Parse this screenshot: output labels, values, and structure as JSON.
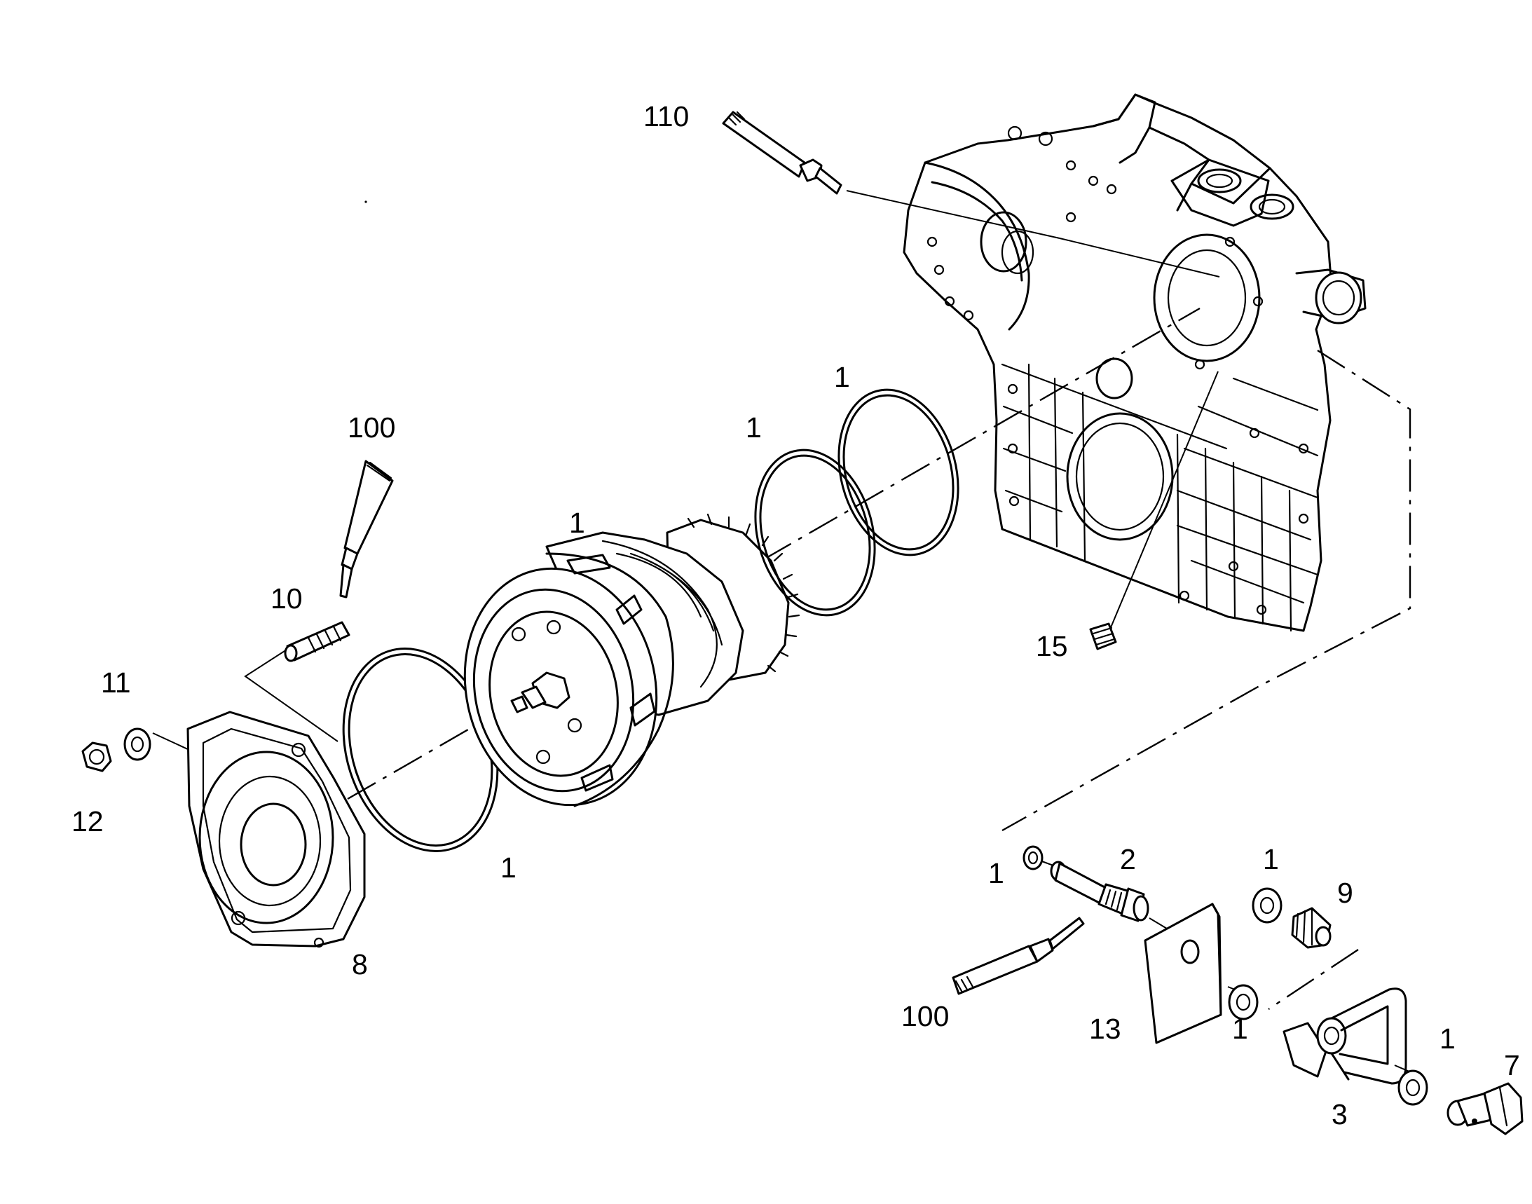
{
  "diagram": {
    "callouts": {
      "c110": "110",
      "c100_upper": "100",
      "c10": "10",
      "c11": "11",
      "c12": "12",
      "c8": "8",
      "c1_gear": "1",
      "c1_ring_left": "1",
      "c1_ring_mid": "1",
      "c1_ring_right": "1",
      "c15": "15",
      "c1_sw_left": "1",
      "c2": "2",
      "c1_sw_top": "1",
      "c9": "9",
      "c100_lower": "100",
      "c13": "13",
      "c1_sw_mid": "1",
      "c1_sw_right": "1",
      "c3": "3",
      "c7": "7"
    },
    "parts": {
      "housing": "gearbox-housing",
      "cover": "cover-plate",
      "clutch": "clutch-gear-assembly",
      "seal_rings": "o-ring",
      "stud": "stud",
      "nut": "hex-nut",
      "washer": "washer",
      "plug": "threaded-plug",
      "sealant_tube": "sealant-tube",
      "sensor": "pressure-sensor",
      "bracket": "bracket",
      "fitting": "adapter-fitting",
      "banjo": "banjo-pipe",
      "hollow_bolt": "banjo-bolt",
      "sealing_washer": "sealing-washer"
    }
  }
}
